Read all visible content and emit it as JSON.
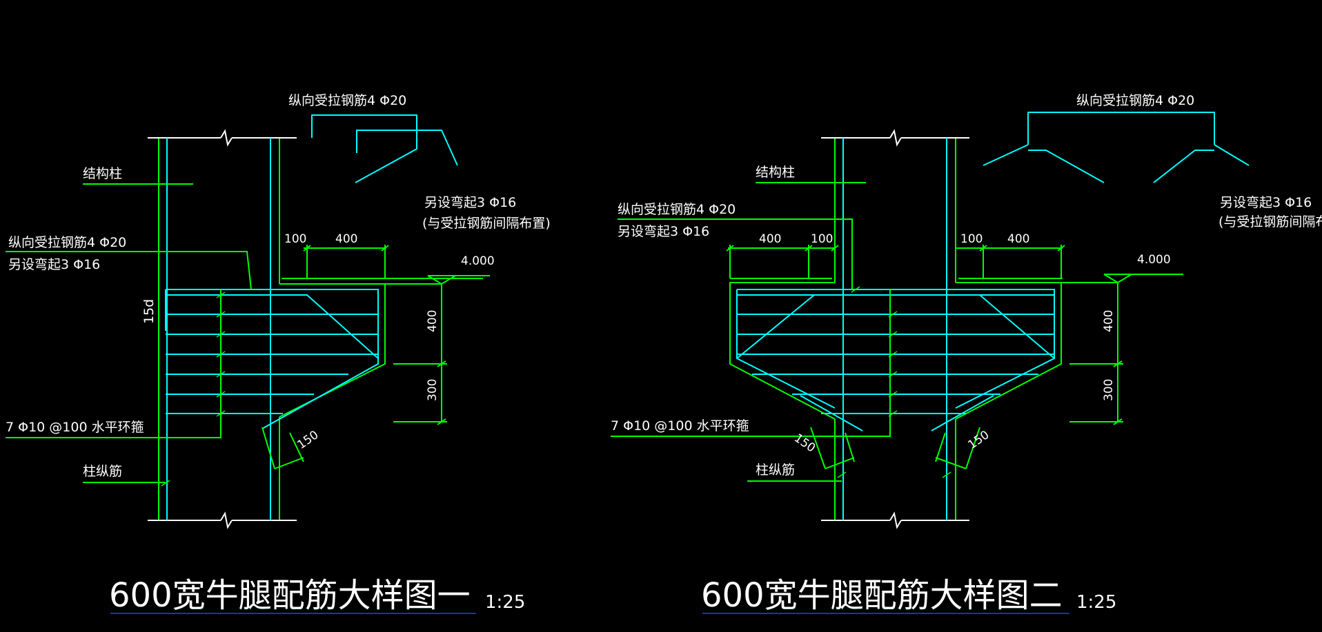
{
  "colors": {
    "background": "#000000",
    "concrete_outline": "#00ff00",
    "rebar": "#00ffff",
    "text": "#ffffff",
    "title_underline": "#1e2ad8"
  },
  "drawing1": {
    "title": "600宽牛腿配筋大样图一",
    "scale": "1:25",
    "labels": {
      "top_rebar_note": "纵向受拉钢筋4 Φ20",
      "structural_column": "结构柱",
      "bent_bar_note": "另设弯起3 Φ16",
      "bent_bar_spacing": "(与受拉钢筋间隔布置)",
      "left_rebar_note": "纵向受拉钢筋4 Φ20",
      "left_bent_note": "另设弯起3 Φ16",
      "anchorage": "15d",
      "stirrups": "7 Φ10 @100 水平环箍",
      "column_bars": "柱纵筋"
    },
    "dims": {
      "d100": "100",
      "d400": "400",
      "elev": "4.000",
      "v400": "400",
      "v300": "300",
      "d150": "150"
    }
  },
  "drawing2": {
    "title": "600宽牛腿配筋大样图二",
    "scale": "1:25",
    "labels": {
      "top_rebar_note": "纵向受拉钢筋4 Φ20",
      "structural_column": "结构柱",
      "bent_bar_note": "另设弯起3 Φ16",
      "bent_bar_spacing": "(与受拉钢筋间隔布置",
      "left_rebar_note": "纵向受拉钢筋4 Φ20",
      "left_bent_note": "另设弯起3 Φ16",
      "stirrups": "7 Φ10 @100 水平环箍",
      "column_bars": "柱纵筋"
    },
    "dims": {
      "l400": "400",
      "l100": "100",
      "r100": "100",
      "r400": "400",
      "elev": "4.000",
      "v400": "400",
      "v300": "300",
      "d150a": "150",
      "d150b": "150"
    }
  }
}
